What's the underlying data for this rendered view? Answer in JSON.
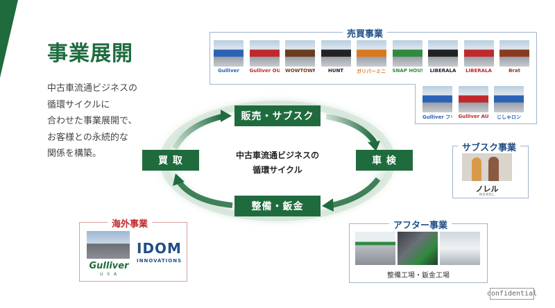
{
  "page": {
    "title": "事業展開",
    "description": [
      "中古車流通ビジネスの",
      "循環サイクルに",
      "合わせた事業展開で、",
      "お客様との永続的な",
      "関係を構築。"
    ],
    "confidential": "confidential"
  },
  "cycle": {
    "center": [
      "中古車流通ビジネスの",
      "循環サイクル"
    ],
    "top": "販売・サブスク",
    "left": "買 取",
    "right": "車 検",
    "bottom": "整備・鈑金"
  },
  "sales": {
    "label": "売買事業",
    "shops_row1": [
      {
        "logo": "Gulliver",
        "color": "#2b62b5"
      },
      {
        "logo": "Gulliver OUTLET",
        "color": "#c0282d"
      },
      {
        "logo": "WOWTOWN",
        "color": "#6b3b1d"
      },
      {
        "logo": "HUNT",
        "color": "#222222"
      },
      {
        "logo": "ガリバーミニクル",
        "color": "#d9781c"
      },
      {
        "logo": "SNAP HOUSE",
        "color": "#2f8a3e"
      },
      {
        "logo": "LIBERALA",
        "color": "#222222"
      },
      {
        "logo": "LIBERALA",
        "color": "#c0282d"
      },
      {
        "logo": "Brat",
        "color": "#8a3b1d"
      }
    ],
    "shops_row2": [
      {
        "logo": "Gulliver フリマ",
        "color": "#2b62b5"
      },
      {
        "logo": "Gulliver AUTO",
        "color": "#c0282d"
      },
      {
        "logo": "じしゃロン",
        "color": "#2b62b5"
      }
    ]
  },
  "subscription": {
    "label": "サブスク事業",
    "brand": "ノレル",
    "brand_sub": "NOREL"
  },
  "overseas": {
    "label": "海外事業",
    "brand1": "Gulliver",
    "brand1_sub": "U S A",
    "brand2": "IDOM",
    "brand2_sub": "INNOVATIONS"
  },
  "after": {
    "label": "アフター事業",
    "caption": "整備工場・鈑金工場"
  },
  "colors": {
    "green": "#1f6b3e",
    "blue_label": "#1f4f86",
    "red_label": "#c0282d"
  }
}
